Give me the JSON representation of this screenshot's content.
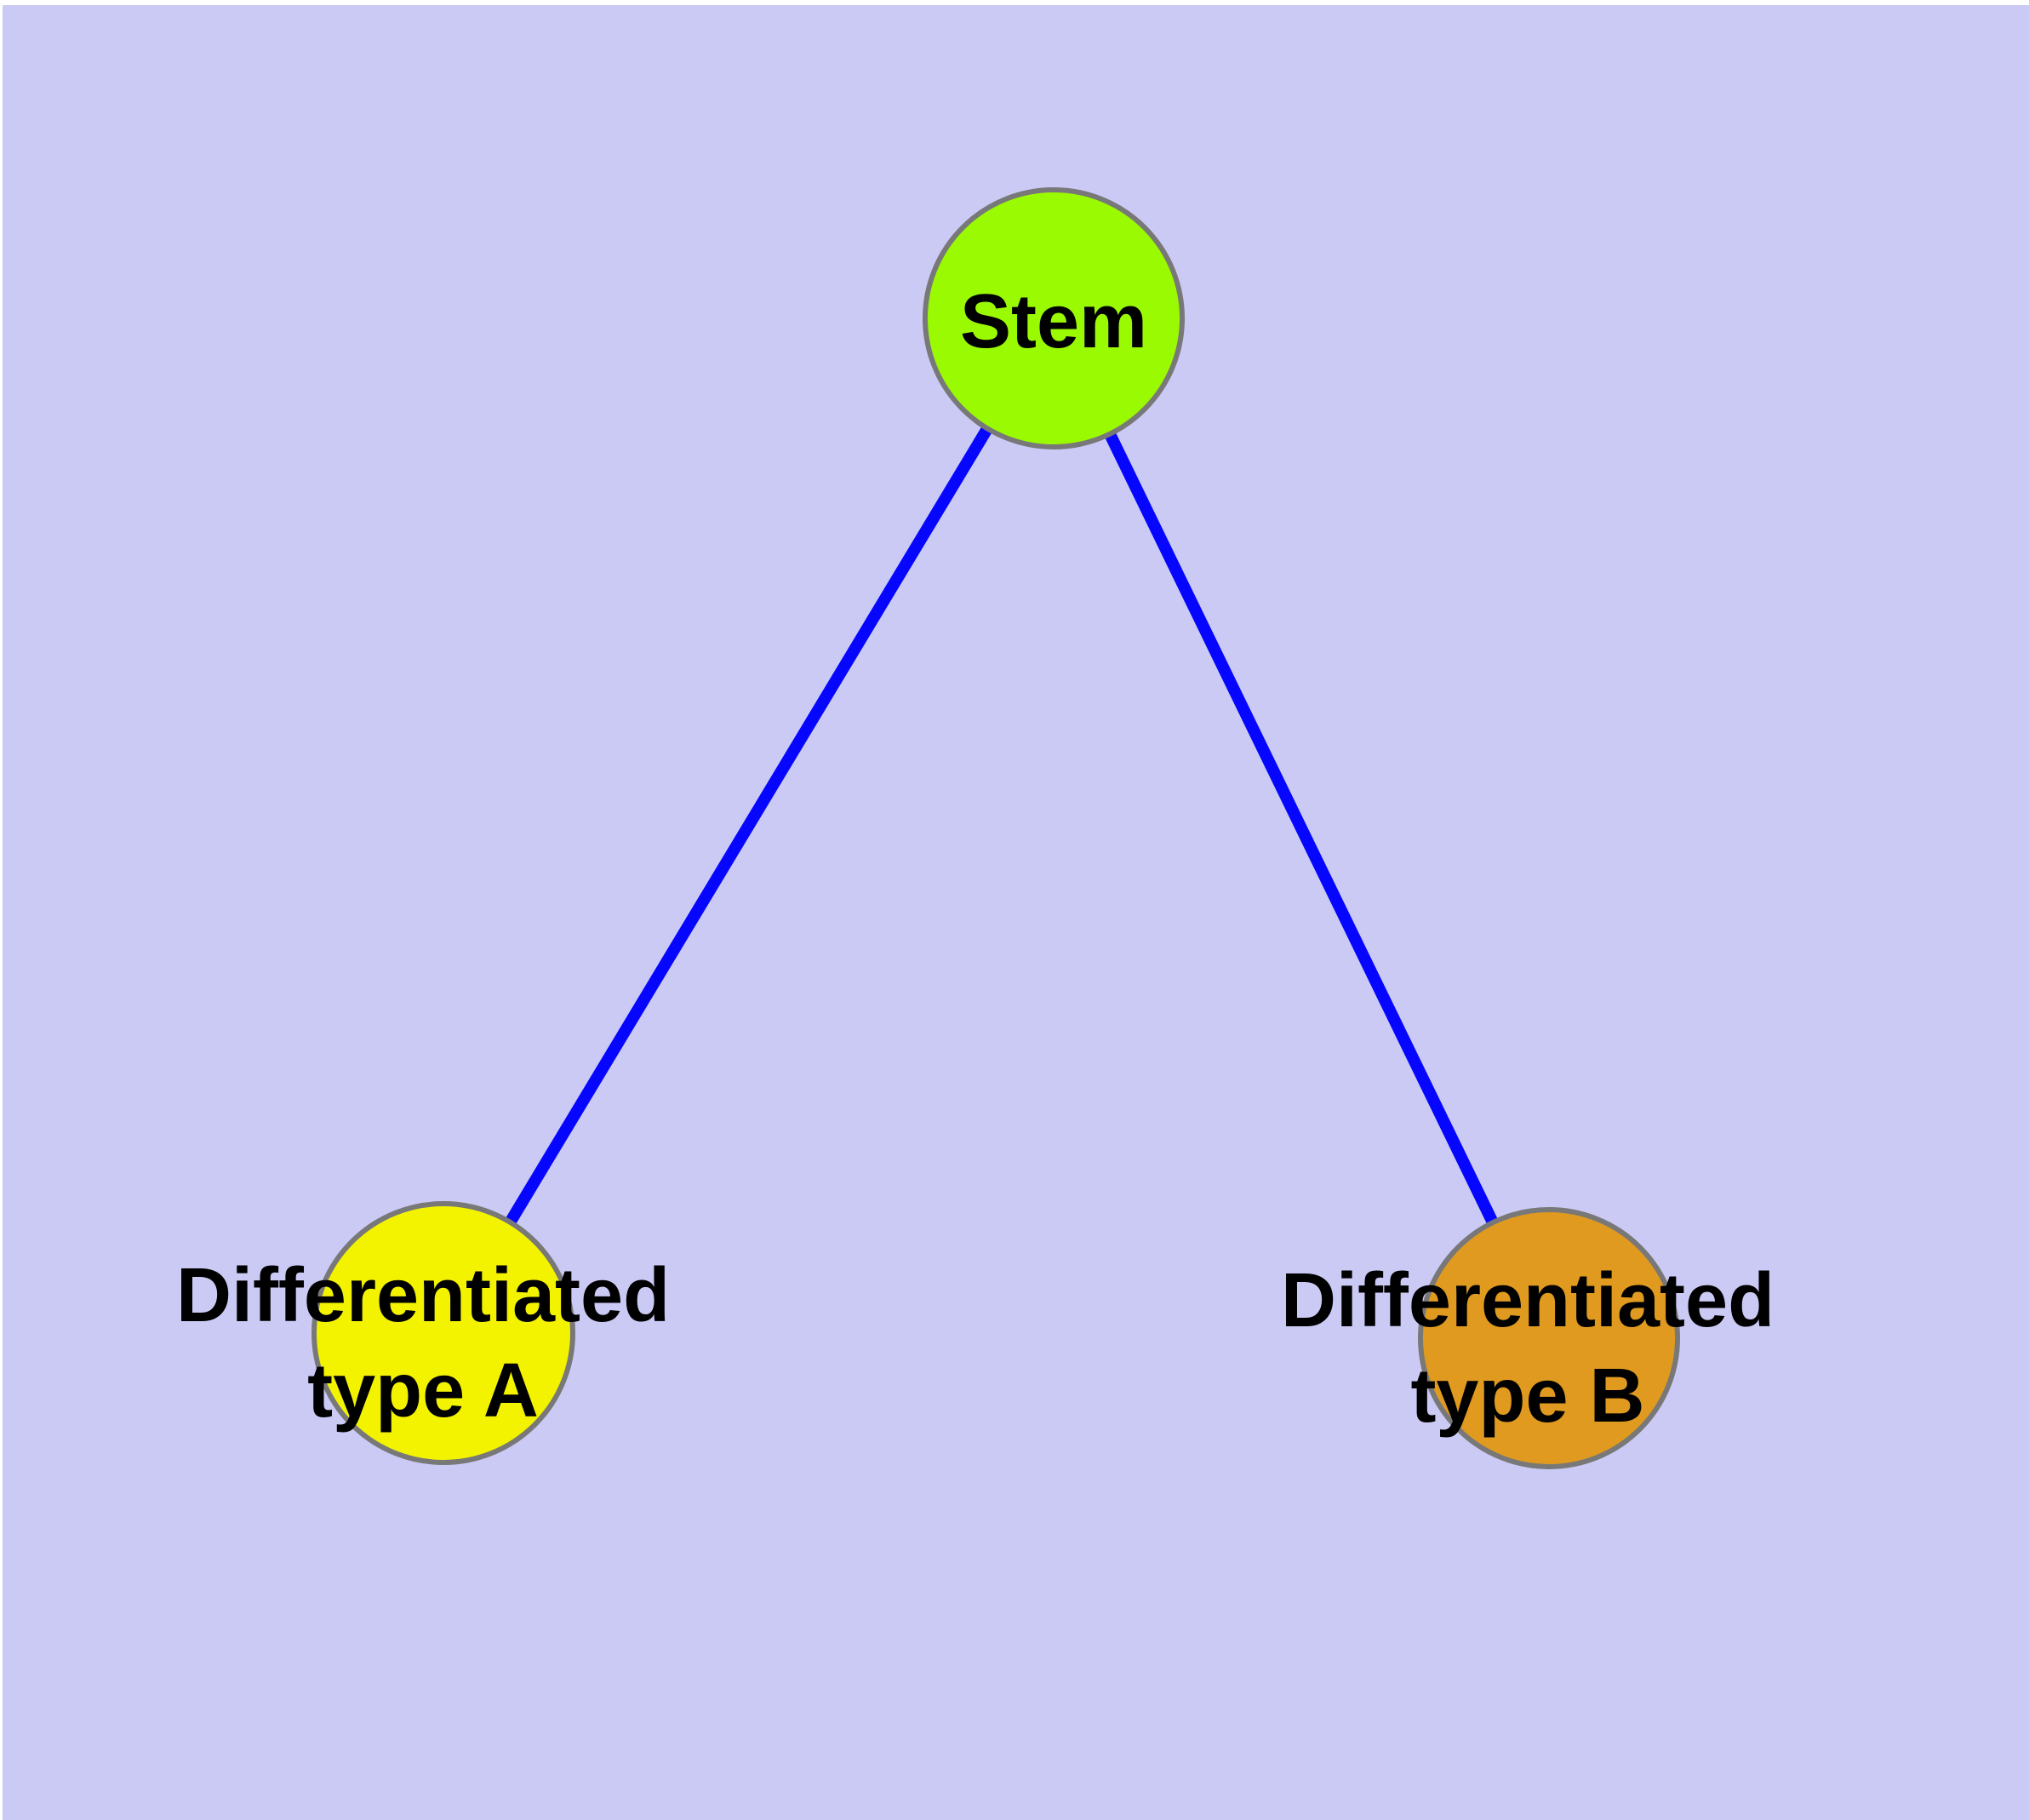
{
  "diagram": {
    "type": "node-link-graph",
    "background_color": "#CACAF5",
    "frame_color": "#FFFFFF",
    "node_border_color": "#787878",
    "edge_color": "#0606FF",
    "text_color": "#000000",
    "nodes": [
      {
        "id": "stem",
        "label": "Stem",
        "fill": "#9AFA02",
        "shape": "circle"
      },
      {
        "id": "type-a",
        "label": "Differentiated\ntype A",
        "fill": "#F3F300",
        "shape": "circle"
      },
      {
        "id": "type-b",
        "label": "Differentiated\ntype B",
        "fill": "#E09A1F",
        "shape": "circle"
      }
    ],
    "edges": [
      {
        "from": "stem",
        "to": "type-a"
      },
      {
        "from": "stem",
        "to": "type-b"
      }
    ]
  }
}
